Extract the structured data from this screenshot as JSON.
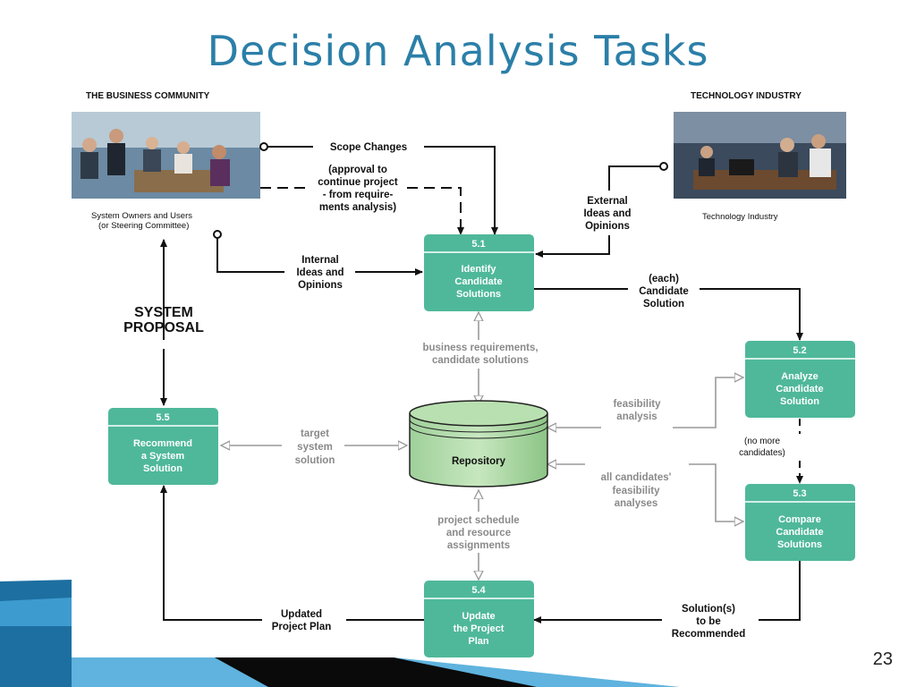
{
  "title": "Decision Analysis Tasks",
  "page_number": "23",
  "business_community": {
    "heading": "THE BUSINESS COMMUNITY",
    "caption_line1": "System Owners and Users",
    "caption_line2": "(or Steering Committee)"
  },
  "technology_industry": {
    "heading": "TECHNOLOGY INDUSTRY",
    "caption": "Technology Industry"
  },
  "system_proposal": {
    "line1": "SYSTEM",
    "line2": "PROPOSAL"
  },
  "processes": [
    {
      "id": "5.1",
      "lines": [
        "Identify",
        "Candidate",
        "Solutions"
      ]
    },
    {
      "id": "5.2",
      "lines": [
        "Analyze",
        "Candidate",
        "Solution"
      ]
    },
    {
      "id": "5.3",
      "lines": [
        "Compare",
        "Candidate",
        "Solutions"
      ]
    },
    {
      "id": "5.4",
      "lines": [
        "Update",
        "the Project",
        "Plan"
      ]
    },
    {
      "id": "5.5",
      "lines": [
        "Recommend",
        "a System",
        "Solution"
      ]
    }
  ],
  "repository": "Repository",
  "flows": {
    "scope_changes": "Scope Changes",
    "approval": [
      "(approval to",
      "continue project",
      "- from require-",
      "ments analysis)"
    ],
    "internal": [
      "Internal",
      "Ideas and",
      "Opinions"
    ],
    "external": [
      "External",
      "Ideas and",
      "Opinions"
    ],
    "each_candidate": [
      "(each)",
      "Candidate",
      "Solution"
    ],
    "business_reqs": [
      "business requirements,",
      "candidate solutions"
    ],
    "feasibility": [
      "feasibility",
      "analysis"
    ],
    "no_more": [
      "(no more",
      "candidates)"
    ],
    "all_candidates": [
      "all candidates'",
      "feasibility",
      "analyses"
    ],
    "target": [
      "target",
      "system",
      "solution"
    ],
    "project_schedule": [
      "project schedule",
      "and resource",
      "assignments"
    ],
    "updated_plan": [
      "Updated",
      "Project Plan"
    ],
    "solutions_recommended": [
      "Solution(s)",
      "to be",
      "Recommended"
    ]
  }
}
